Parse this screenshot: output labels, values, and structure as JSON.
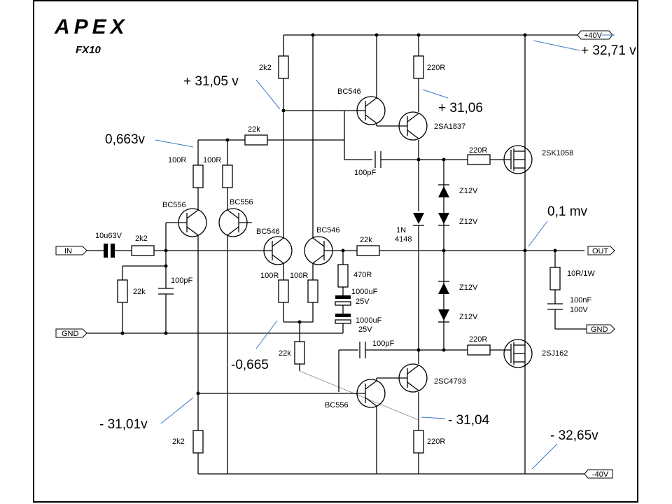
{
  "header": {
    "brand": "APEX",
    "model": "FX10"
  },
  "terminals": {
    "pos_rail": "+40V",
    "neg_rail": "-40V",
    "input": "IN",
    "output": "OUT",
    "gnd_in": "GND",
    "gnd_out": "GND"
  },
  "components": {
    "r_2k2_top": "2k2",
    "r_220r_top": "220R",
    "q_bc546_top": "BC546",
    "q_2sa1837": "2SA1837",
    "r_22k_fb": "22k",
    "r_100r_a": "100R",
    "r_100r_b": "100R",
    "c_100pf_top": "100pF",
    "r_220r_gate_top": "220R",
    "q_2sk1058": "2SK1058",
    "z1": "Z12V",
    "z2": "Z12V",
    "q_bc556_a": "BC556",
    "q_bc556_b": "BC556",
    "c_10u": "10u63V",
    "r_2k2_in": "2k2",
    "q_bc546_a": "BC546",
    "q_bc546_b": "BC546",
    "r_22k_out": "22k",
    "d_1n4148_a": "1N",
    "d_1n4148_b": "4148",
    "r_470r": "470R",
    "c_1000_a": "1000uF",
    "c_1000_a_v": "25V",
    "c_1000_b": "1000uF",
    "c_1000_b_v": "25V",
    "r_22k_in": "22k",
    "c_100pf_in": "100pF",
    "r_100r_c": "100R",
    "r_100r_d": "100R",
    "z3": "Z12V",
    "z4": "Z12V",
    "r_10r": "10R/1W",
    "c_100n": "100nF",
    "c_100n_v": "100V",
    "r_22k_bot": "22k",
    "c_100pf_bot": "100pF",
    "r_220r_gate_bot": "220R",
    "q_2sj162": "2SJ162",
    "q_2sc4793": "2SC4793",
    "q_bc556_bot": "BC556",
    "r_2k2_bot": "2k2",
    "r_220r_bot": "220R"
  },
  "measurements": {
    "v_rail_pos": "+ 32,71 v",
    "v_bias_top": "+ 31,05 v",
    "v_2sa_base": "+ 31,06",
    "v_diff": "0,663v",
    "v_out": "0,1 mv",
    "v_neg_node": "-0,665",
    "v_bot_left": "- 31,01v",
    "v_bot_mid": "- 31,04",
    "v_rail_neg": "- 32,65v"
  }
}
